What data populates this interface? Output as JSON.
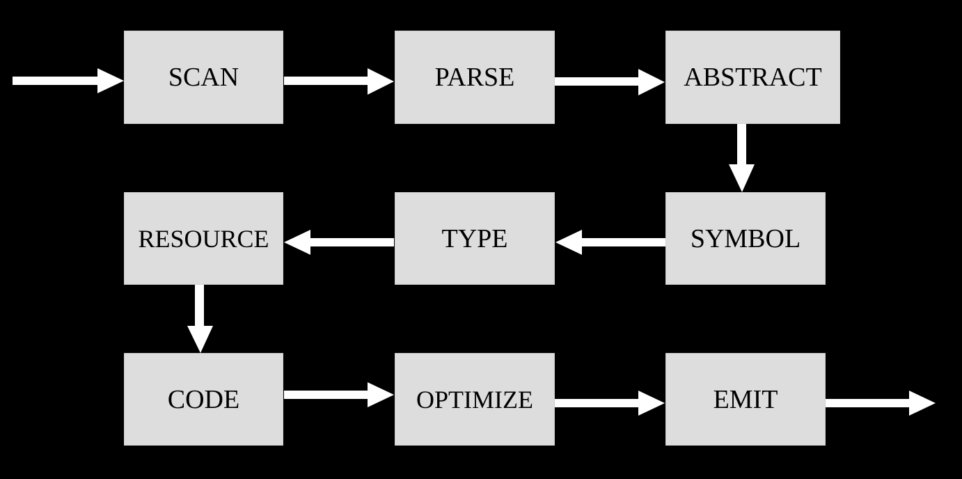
{
  "diagram": {
    "background": "#000000",
    "box_fill": "#dddddd",
    "arrow_color": "#ffffff",
    "nodes": {
      "scan": "SCAN",
      "parse": "PARSE",
      "abstract": "ABSTRACT",
      "symbol": "SYMBOL",
      "type": "TYPE",
      "resource": "RESOURCE",
      "code": "CODE",
      "optimize": "OPTIMIZE",
      "emit": "EMIT"
    },
    "edges": [
      [
        "input",
        "scan"
      ],
      [
        "scan",
        "parse"
      ],
      [
        "parse",
        "abstract"
      ],
      [
        "abstract",
        "symbol"
      ],
      [
        "symbol",
        "type"
      ],
      [
        "type",
        "resource"
      ],
      [
        "resource",
        "code"
      ],
      [
        "code",
        "optimize"
      ],
      [
        "optimize",
        "emit"
      ],
      [
        "emit",
        "output"
      ]
    ]
  }
}
